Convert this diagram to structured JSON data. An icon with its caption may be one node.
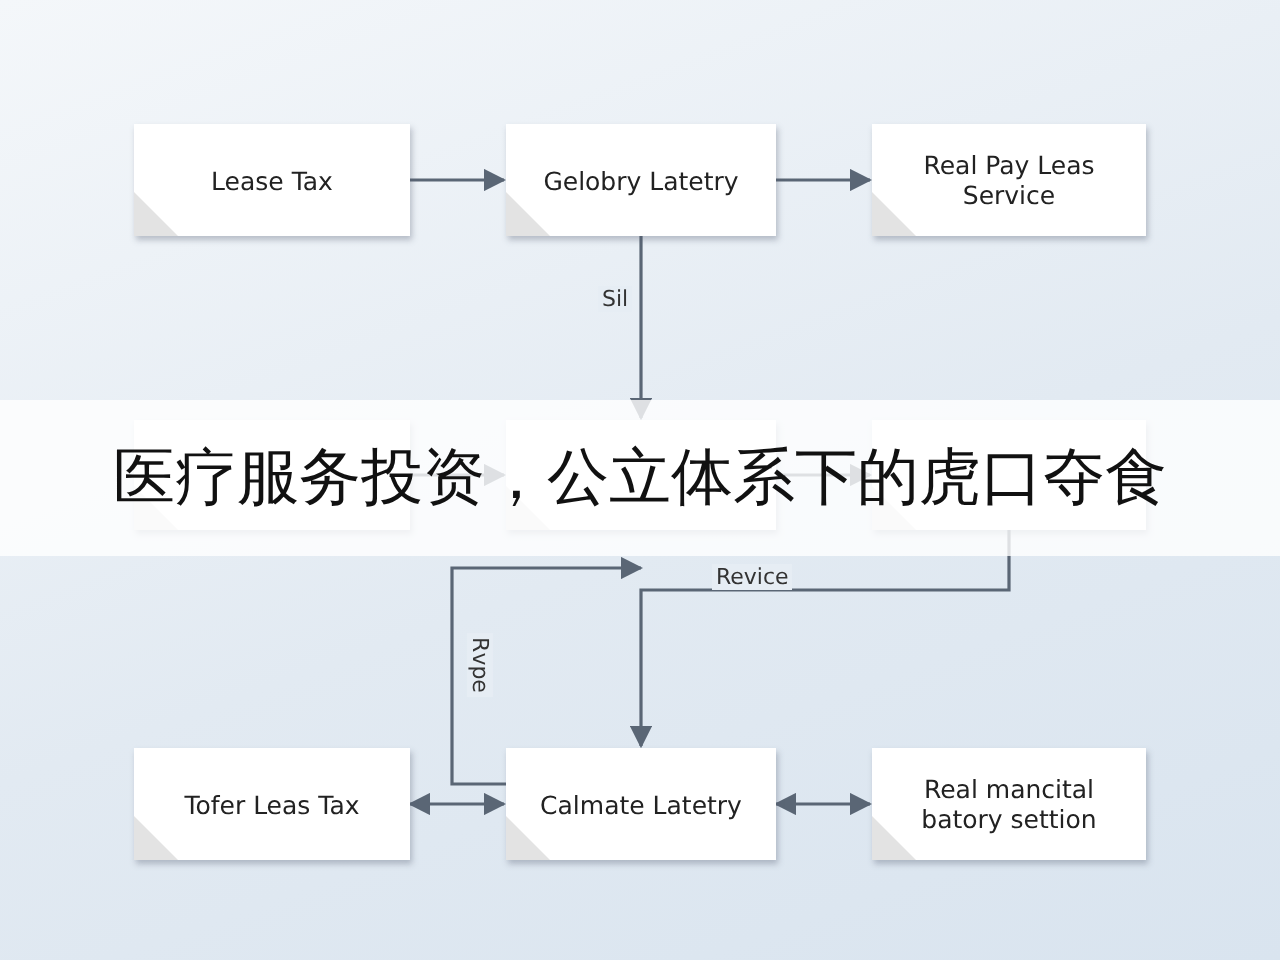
{
  "diagram": {
    "title": "医疗服务投资，公立体系下的虎口夺食",
    "nodes": [
      {
        "text": [
          "Lease Tax"
        ]
      },
      {
        "text": [
          "Gelobry Latetry"
        ]
      },
      {
        "text": [
          "Real Pay Leas Service"
        ]
      },
      {
        "text": [],
        "shape": "box"
      },
      {
        "text": [],
        "shape": "box"
      },
      {
        "text": [],
        "shape": "box"
      },
      {
        "text": [
          "Tofer Leas Tax"
        ]
      },
      {
        "text": [
          "Calmate Latetry"
        ]
      },
      {
        "text": [
          "Real mancital batory settion"
        ]
      }
    ],
    "edges": [
      {
        "from": 0,
        "to": 1,
        "arrow": "to"
      },
      {
        "from": 1,
        "to": 2,
        "arrow": "to"
      },
      {
        "from": 1,
        "to": 4,
        "arrow": "to",
        "label": "Sil"
      },
      {
        "from": 3,
        "to": 4,
        "arrow": "to"
      },
      {
        "from": 4,
        "to": 5,
        "arrow": "to"
      },
      {
        "from": 5,
        "to": 7,
        "arrow": "to",
        "label": "Revice"
      },
      {
        "from": 7,
        "to": 4,
        "arrow": "to",
        "label": "Rvpe"
      },
      {
        "from": 6,
        "to": 7,
        "arrow": "both"
      },
      {
        "from": 7,
        "to": 8,
        "arrow": "both"
      }
    ]
  }
}
